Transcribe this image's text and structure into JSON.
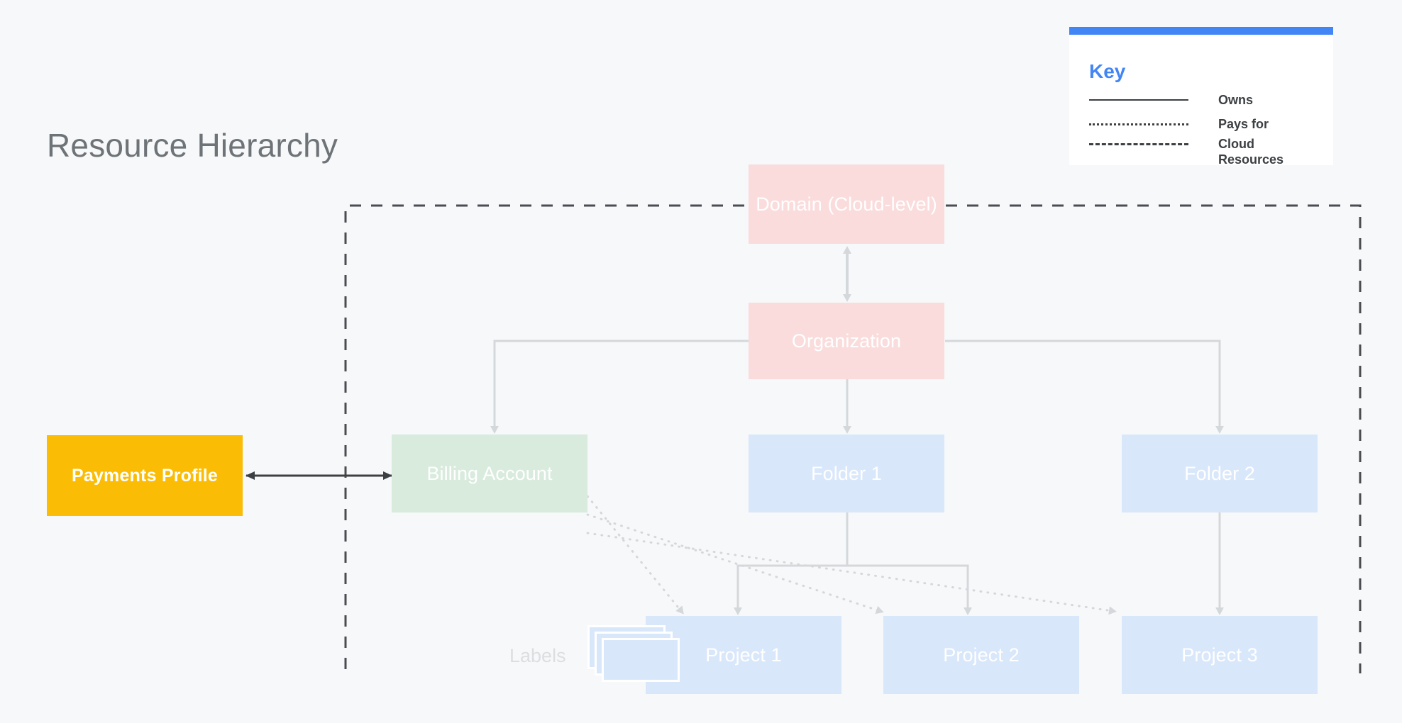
{
  "page": {
    "title": "Resource Hierarchy",
    "background_color": "#F7F8FA",
    "title_color": "#6E7377"
  },
  "key": {
    "heading": "Key",
    "accent_color": "#4285F4",
    "rows": [
      {
        "style": "solid",
        "label": "Owns"
      },
      {
        "style": "dotted",
        "label": "Pays for"
      },
      {
        "style": "dashed",
        "label": "Cloud Resources"
      }
    ]
  },
  "nodes": {
    "payments_profile": {
      "label": "Payments Profile",
      "color": "#FABC05",
      "text_color": "#FFFFFF"
    },
    "domain": {
      "label": "Domain (Cloud-level)",
      "color": "#FADCDC",
      "text_color": "#FFFFFF"
    },
    "organization": {
      "label": "Organization",
      "color": "#FADCDC",
      "text_color": "#FFFFFF"
    },
    "billing_account": {
      "label": "Billing Account",
      "color": "#D8EBDD",
      "text_color": "#FFFFFF"
    },
    "folder_1": {
      "label": "Folder 1",
      "color": "#D9E7FB",
      "text_color": "#FFFFFF"
    },
    "folder_2": {
      "label": "Folder 2",
      "color": "#D9E7FB",
      "text_color": "#FFFFFF"
    },
    "project_1": {
      "label": "Project 1",
      "color": "#D9E7FB",
      "text_color": "#FFFFFF"
    },
    "project_2": {
      "label": "Project 2",
      "color": "#D9E7FB",
      "text_color": "#FFFFFF"
    },
    "project_3": {
      "label": "Project 3",
      "color": "#D9E7FB",
      "text_color": "#FFFFFF"
    },
    "labels": {
      "label": "Labels",
      "color": "#D9E7FB",
      "text_color": "#DCDEE1"
    }
  },
  "edges": [
    {
      "from": "payments_profile",
      "to": "billing_account",
      "style": "solid",
      "arrow": "both",
      "meaning": "Owns"
    },
    {
      "from": "domain",
      "to": "organization",
      "style": "solid",
      "arrow": "both",
      "meaning": "Owns"
    },
    {
      "from": "organization",
      "to": "billing_account",
      "style": "solid",
      "arrow": "to",
      "meaning": "Owns"
    },
    {
      "from": "organization",
      "to": "folder_1",
      "style": "solid",
      "arrow": "to",
      "meaning": "Owns"
    },
    {
      "from": "organization",
      "to": "folder_2",
      "style": "solid",
      "arrow": "to",
      "meaning": "Owns"
    },
    {
      "from": "folder_1",
      "to": "project_1",
      "style": "solid",
      "arrow": "to",
      "meaning": "Owns"
    },
    {
      "from": "folder_1",
      "to": "project_2",
      "style": "solid",
      "arrow": "to",
      "meaning": "Owns"
    },
    {
      "from": "folder_2",
      "to": "project_3",
      "style": "solid",
      "arrow": "to",
      "meaning": "Owns"
    },
    {
      "from": "billing_account",
      "to": "project_1",
      "style": "dotted",
      "arrow": "to",
      "meaning": "Pays for"
    },
    {
      "from": "billing_account",
      "to": "project_2",
      "style": "dotted",
      "arrow": "to",
      "meaning": "Pays for"
    },
    {
      "from": "billing_account",
      "to": "project_3",
      "style": "dotted",
      "arrow": "to",
      "meaning": "Pays for"
    }
  ],
  "cloud_boundary": {
    "style": "dashed",
    "meaning": "Cloud Resources",
    "color": "#4A4D50"
  }
}
